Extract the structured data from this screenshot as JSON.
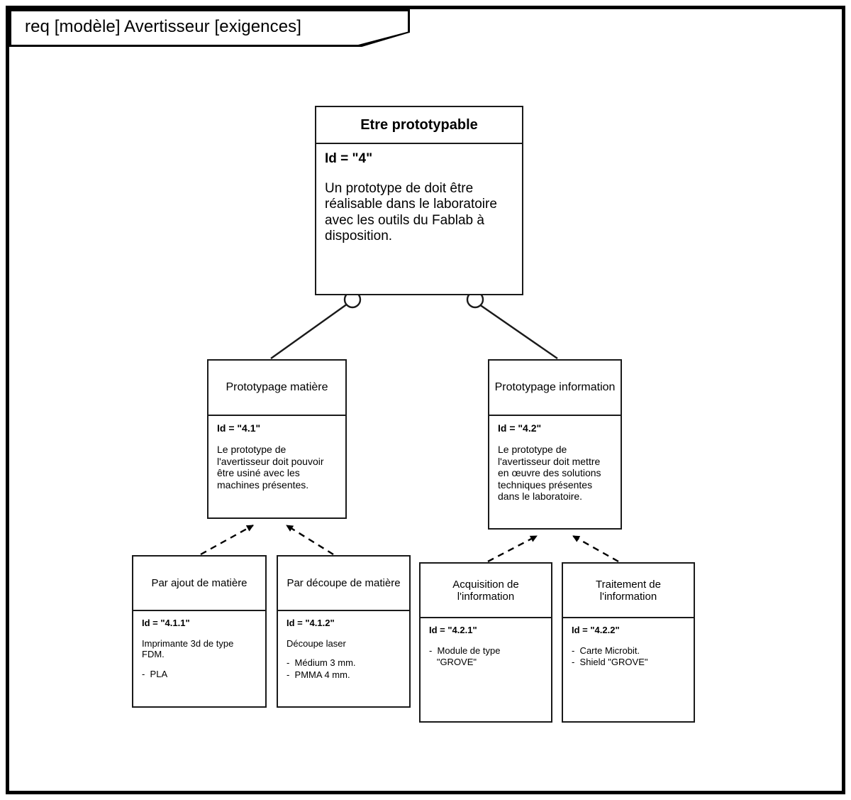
{
  "diagram": {
    "title": "req [modèle] Avertisseur [exigences]",
    "kind": "SysML requirement diagram",
    "frame_color": "#000000",
    "block_border_color": "#1a1a1a",
    "background": "#ffffff"
  },
  "blocks": {
    "root": {
      "name": "Etre prototypable",
      "id_label": "Id = \"4\"",
      "text": "Un prototype de doit être réalisable dans le laboratoire avec les outils du Fablab à disposition."
    },
    "prototypage_matiere": {
      "name": "Prototypage matière",
      "id_label": "Id = \"4.1\"",
      "text": "Le prototype de l'avertisseur doit pouvoir être usiné avec les machines présentes."
    },
    "prototypage_information": {
      "name": "Prototypage information",
      "id_label": "Id = \"4.2\"",
      "text": "Le prototype de l'avertisseur doit mettre en œuvre des solutions techniques présentes dans le laboratoire."
    },
    "par_ajout": {
      "name": "Par ajout de matière",
      "id_label": "Id = \"4.1.1\"",
      "text": "Imprimante 3d de type FDM.",
      "items": [
        "-  PLA"
      ]
    },
    "par_decoupe": {
      "name": "Par découpe de matière",
      "id_label": "Id = \"4.1.2\"",
      "text": "Découpe laser",
      "items": [
        "-  Médium 3 mm.",
        "-  PMMA 4 mm."
      ]
    },
    "acquisition": {
      "name": "Acquisition de l'information",
      "id_label": "Id = \"4.2.1\"",
      "text": "",
      "items": [
        "-  Module de type",
        "   \"GROVE\""
      ]
    },
    "traitement": {
      "name": "Traitement de l'information",
      "id_label": "Id = \"4.2.2\"",
      "text": "",
      "items": [
        "-  Carte Microbit.",
        "-  Shield \"GROVE\""
      ]
    }
  },
  "relations": [
    {
      "type": "containment",
      "from": "root",
      "to": "prototypage_matiere",
      "notation": "circle-plus"
    },
    {
      "type": "containment",
      "from": "root",
      "to": "prototypage_information",
      "notation": "circle-plus"
    },
    {
      "type": "derive",
      "from": "par_ajout",
      "to": "prototypage_matiere",
      "notation": "dashed-filled-arrow"
    },
    {
      "type": "derive",
      "from": "par_decoupe",
      "to": "prototypage_matiere",
      "notation": "dashed-filled-arrow"
    },
    {
      "type": "derive",
      "from": "acquisition",
      "to": "prototypage_information",
      "notation": "dashed-filled-arrow"
    },
    {
      "type": "derive",
      "from": "traitement",
      "to": "prototypage_information",
      "notation": "dashed-filled-arrow"
    }
  ]
}
